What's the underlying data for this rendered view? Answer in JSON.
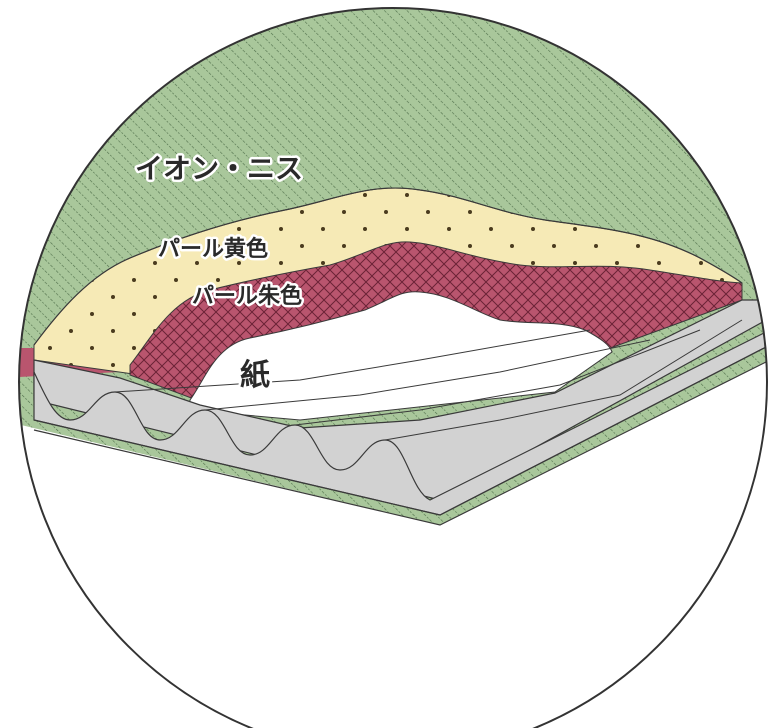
{
  "diagram": {
    "layers": [
      {
        "id": "ion-nis",
        "label": "イオン・ニス",
        "fill": "#a9c79b",
        "pattern": "diagonal-hatch"
      },
      {
        "id": "pearl-yellow",
        "label": "パール黄色",
        "fill": "#f6eab6",
        "pattern": "dots"
      },
      {
        "id": "pearl-vermilion",
        "label": "パール朱色",
        "fill": "#b9556e",
        "pattern": "crosshatch"
      },
      {
        "id": "paper",
        "label": "紙",
        "fill": "#ffffff",
        "pattern": "none"
      }
    ],
    "substrate": {
      "fill": "#d2d2d2"
    }
  }
}
